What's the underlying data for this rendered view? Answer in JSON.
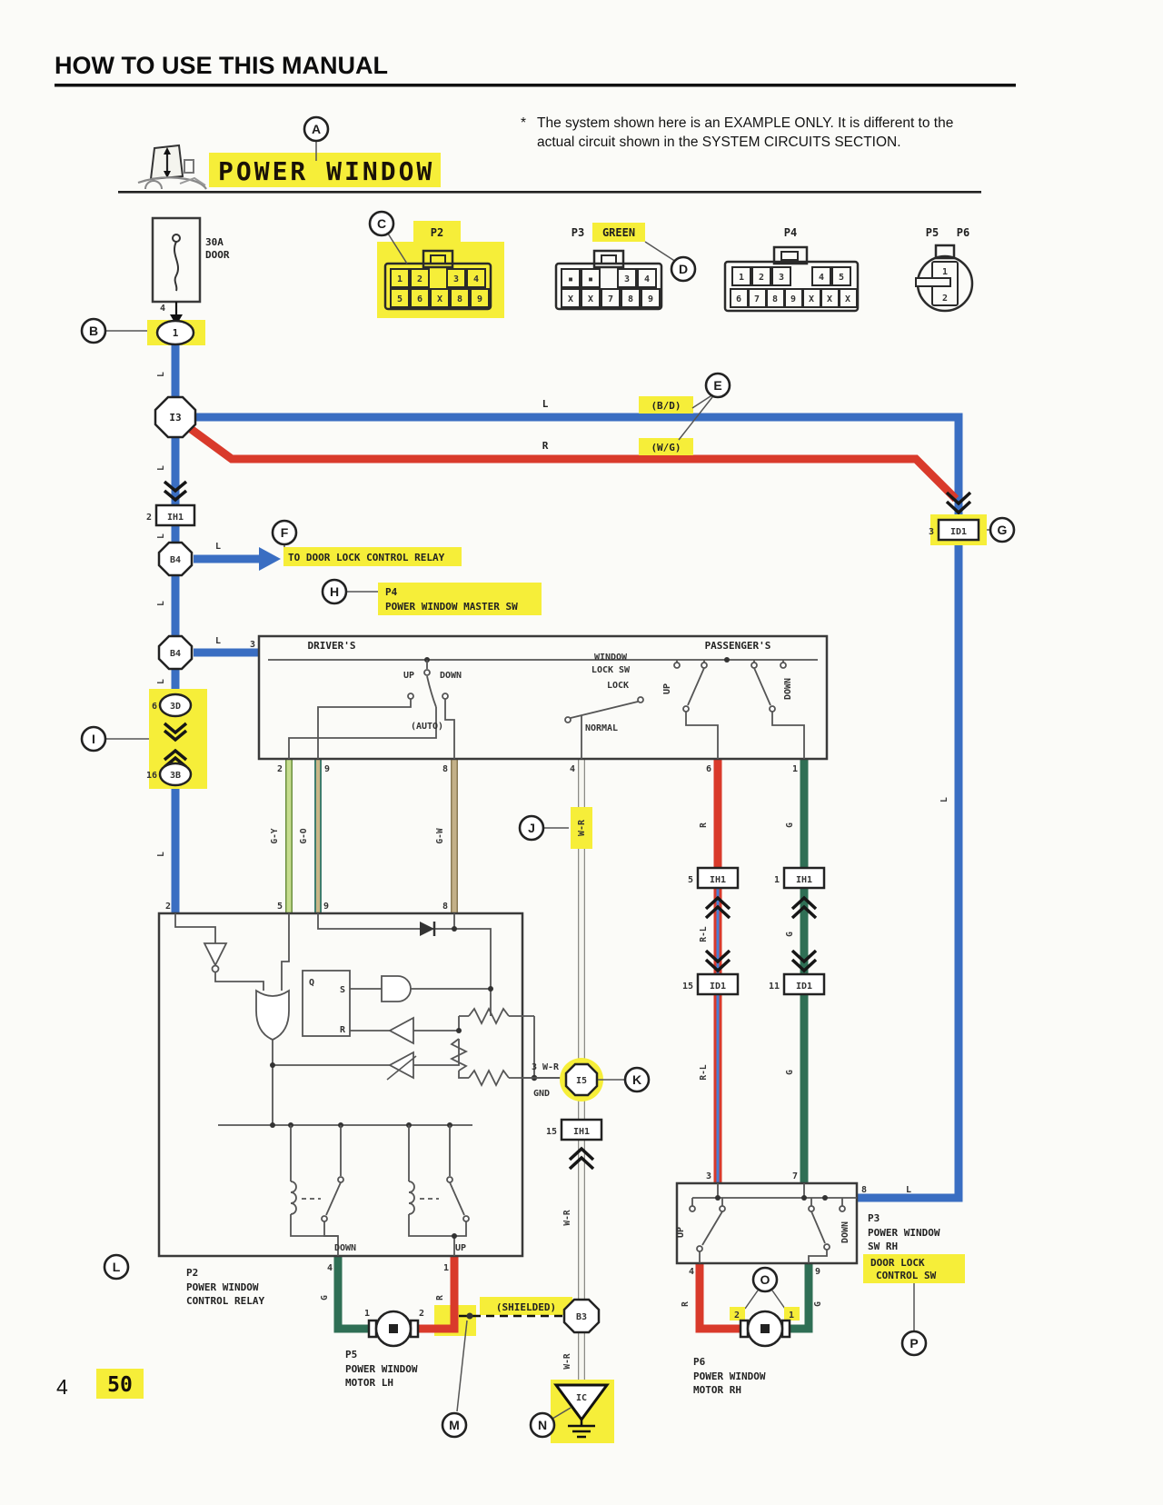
{
  "page": {
    "header_title": "HOW TO USE THIS MANUAL",
    "note_star": "*",
    "note_line1": "The system shown here is an EXAMPLE ONLY. It is different to the",
    "note_line2": "actual circuit shown in the SYSTEM CIRCUITS SECTION.",
    "page_number": "4",
    "page_ref": "50"
  },
  "title": {
    "system": "POWER WINDOW"
  },
  "callouts": {
    "a": "A",
    "b": "B",
    "c": "C",
    "d": "D",
    "e": "E",
    "f": "F",
    "g": "G",
    "h": "H",
    "i": "I",
    "j": "J",
    "k": "K",
    "l": "L",
    "m": "M",
    "n": "N",
    "o": "O",
    "p": "P"
  },
  "colors": {
    "highlight": "#f6ee39",
    "wire_blue": "#3a6ec2",
    "wire_red": "#d93a2b",
    "wire_green": "#2f6f55",
    "wire_light_green": "#c6dd8e",
    "wire_tan": "#c3b088",
    "wire_white": "#f6f6f1"
  },
  "fuse": {
    "rating": "30A",
    "name": "DOOR",
    "pin": "4",
    "output": "1"
  },
  "connectors": {
    "p2": {
      "label": "P2",
      "pins_top": [
        "1",
        "2",
        "3",
        "4"
      ],
      "pins_bottom": [
        "5",
        "6",
        "X",
        "8",
        "9"
      ]
    },
    "p3": {
      "label": "P3",
      "color_note": "GREEN",
      "pins_top": [
        "▪",
        "▪",
        "3",
        "4"
      ],
      "pins_bottom": [
        "X",
        "X",
        "7",
        "8",
        "9"
      ]
    },
    "p4": {
      "label": "P4",
      "pins_top": [
        "1",
        "2",
        "3",
        "4",
        "5"
      ],
      "pins_bottom": [
        "6",
        "7",
        "8",
        "9",
        "X",
        "X",
        "X"
      ]
    },
    "p5": "P5",
    "p6": "P6",
    "p5p6_pins": [
      "1",
      "2"
    ]
  },
  "wire_labels": {
    "l": "L",
    "r": "R",
    "g": "G",
    "rl": "R-L",
    "wr": "W-R",
    "gy": "G-Y",
    "go": "G-O",
    "gw": "G-W",
    "bd": "(B/D)",
    "wg": "(W/G)",
    "shielded": "(SHIELDED)",
    "gnd": "GND"
  },
  "junctions": {
    "i3": "I3",
    "b4": "B4",
    "b3": "B3",
    "i5": "I5",
    "ic": "IC",
    "ih1": "IH1",
    "id1": "ID1",
    "jb_3d": "3D",
    "jb_3b": "3B",
    "pin_ih1_main": "2",
    "pin_3d": "6",
    "pin_3b": "16",
    "pin_id1_right": "3",
    "pin_ih1_r": "5",
    "pin_ih1_g": "1",
    "pin_id1_rl": "15",
    "pin_id1_g": "11",
    "pin_ih1_wr": "15",
    "relay_out_label": "3  W-R"
  },
  "notes": {
    "door_lock": "TO DOOR LOCK CONTROL RELAY"
  },
  "master_sw": {
    "code": "P4",
    "name": "POWER WINDOW MASTER SW",
    "drivers": "DRIVER'S",
    "passengers": "PASSENGER'S",
    "up": "UP",
    "down": "DOWN",
    "auto": "(AUTO)",
    "window": "WINDOW",
    "lock_sw": "LOCK SW",
    "lock": "LOCK",
    "normal": "NORMAL",
    "pin_in": "3",
    "pin2": "2",
    "pin9": "9",
    "pin8": "8",
    "pin4": "4",
    "pin6": "6",
    "pin1": "1",
    "pass_up": "UP",
    "pass_down": "DOWN"
  },
  "relay": {
    "code": "P2",
    "name1": "POWER WINDOW",
    "name2": "CONTROL RELAY",
    "pin_l": "2",
    "pin_a": "5",
    "pin_b": "9",
    "pin_c": "8",
    "q": "Q",
    "s": "S",
    "r": "R",
    "down": "DOWN",
    "up": "UP",
    "pin_down": "4",
    "pin_up": "1"
  },
  "sw_rh": {
    "code": "P3",
    "name1": "POWER WINDOW",
    "name2": "SW RH",
    "hl1": "DOOR LOCK",
    "hl2": "CONTROL SW",
    "up": "UP",
    "down": "DOWN",
    "pin3": "3",
    "pin7": "7",
    "pin8": "8",
    "pin4": "4",
    "pin9": "9"
  },
  "motor_lh": {
    "code": "P5",
    "name1": "POWER WINDOW",
    "name2": "MOTOR LH",
    "pin1": "1",
    "pin2": "2"
  },
  "motor_rh": {
    "code": "P6",
    "name1": "POWER WINDOW",
    "name2": "MOTOR RH",
    "pin1": "1",
    "pin2": "2"
  }
}
